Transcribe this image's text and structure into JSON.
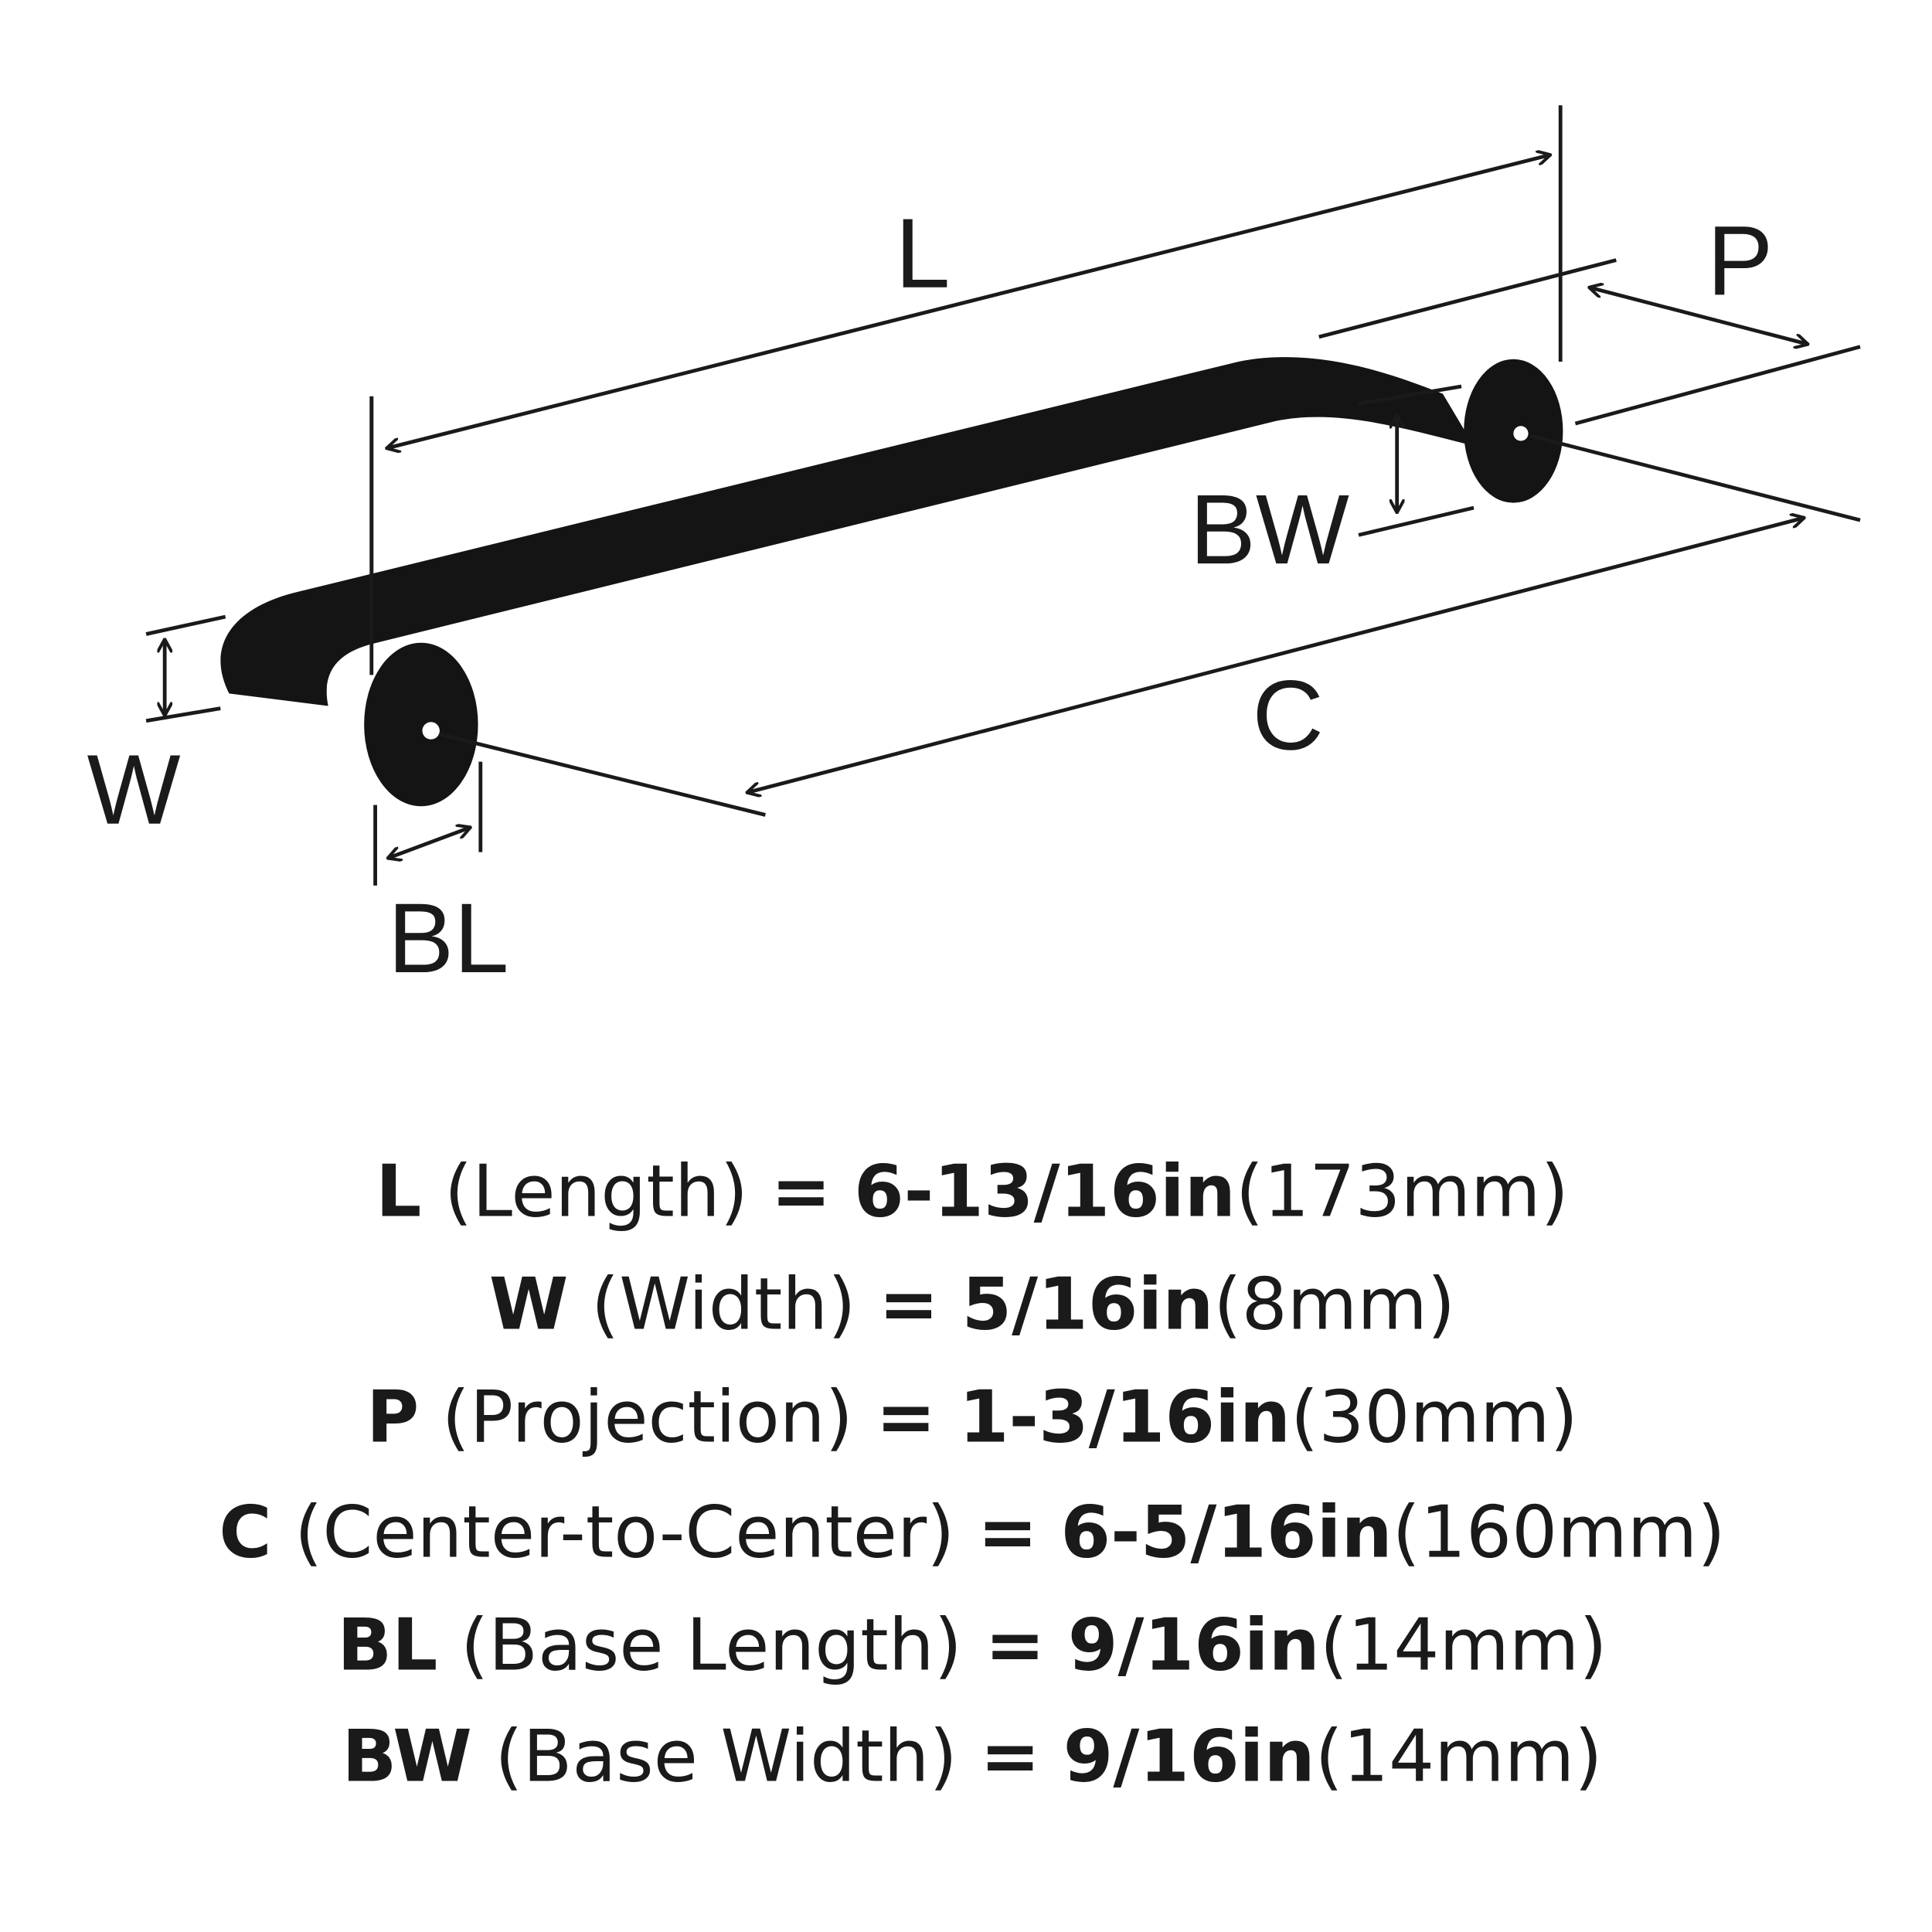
{
  "labels": {
    "L": "L",
    "P": "P",
    "BW": "BW",
    "C": "C",
    "W": "W",
    "BL": "BL"
  },
  "specs": [
    {
      "key": "L",
      "name": "(Length)",
      "eq": "=",
      "imperial": "6-13/16in",
      "metric": "(173mm)"
    },
    {
      "key": "W",
      "name": "(Width)",
      "eq": "=",
      "imperial": "5/16in",
      "metric": "(8mm)"
    },
    {
      "key": "P",
      "name": "(Projection)",
      "eq": "=",
      "imperial": "1-3/16in",
      "metric": "(30mm)"
    },
    {
      "key": "C",
      "name": "(Center-to-Center)",
      "eq": "=",
      "imperial": "6-5/16in",
      "metric": "(160mm)"
    },
    {
      "key": "BL",
      "name": "(Base Length)",
      "eq": "=",
      "imperial": "9/16in",
      "metric": "(14mm)"
    },
    {
      "key": "BW",
      "name": "(Base Width)",
      "eq": "=",
      "imperial": "9/16in",
      "metric": "(14mm)"
    }
  ],
  "colors": {
    "ink": "#1a1a1a",
    "handle": "#141414"
  }
}
